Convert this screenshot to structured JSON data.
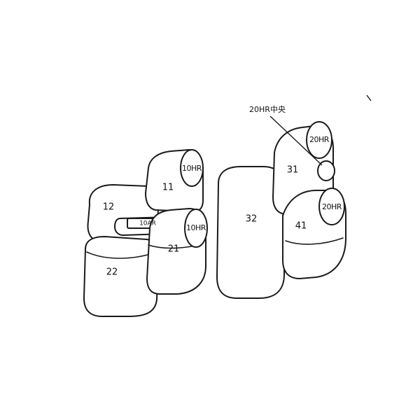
{
  "diagram": {
    "parts": {
      "p10HR_upper": "10HR",
      "p11": "11",
      "p12": "12",
      "p10AR": "10AR",
      "p10HR_lower": "10HR",
      "p21": "21",
      "p22": "22",
      "p32": "32",
      "p31": "31",
      "p20HR_upper": "20HR",
      "p20HR_lower": "20HR",
      "p41": "41"
    },
    "callout": "20HR中央"
  }
}
